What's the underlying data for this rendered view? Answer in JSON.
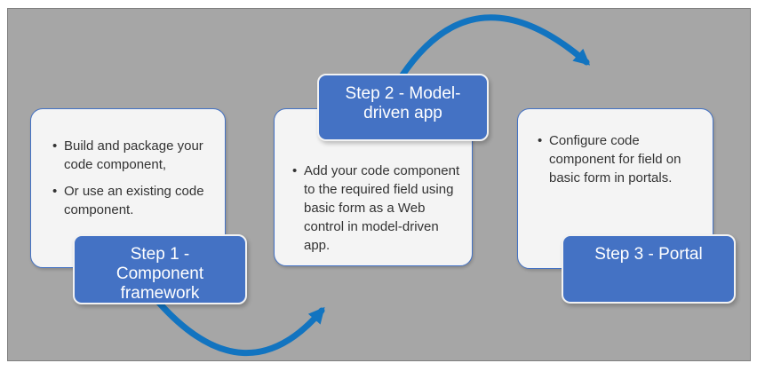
{
  "diagram": {
    "steps": [
      {
        "label": "Step 1 - Component framework",
        "bullets": [
          "Build and package your code component,",
          "Or use an existing code component."
        ]
      },
      {
        "label": "Step 2 - Model-driven app",
        "bullets": [
          "Add your code component to the required field using basic form as a Web control in model-driven app."
        ]
      },
      {
        "label": "Step 3 - Portal",
        "bullets": [
          "Configure code component for field on basic form in portals."
        ]
      }
    ],
    "arrows": [
      {
        "name": "step1-to-step2",
        "shape": "curve-below",
        "direction": "up-right"
      },
      {
        "name": "step2-to-step3",
        "shape": "curve-above",
        "direction": "down-right"
      }
    ],
    "colors": {
      "page_bg": "#FFFFFF",
      "canvas_bg": "#A6A6A6",
      "frame_border": "#7F7F7F",
      "card_fill": "#F4F4F4",
      "card_border": "#4472C4",
      "label_fill": "#4472C4",
      "label_border": "#F2F2F2",
      "label_text": "#FFFFFF",
      "arrow": "#1274C0",
      "body_text": "#333333"
    }
  }
}
